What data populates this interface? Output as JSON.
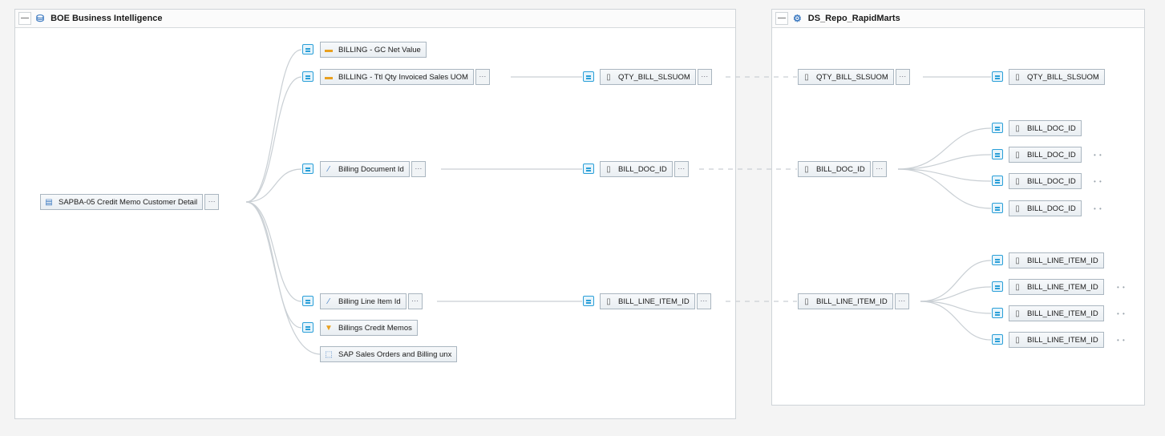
{
  "panels": {
    "left": {
      "title": "BOE Business Intelligence",
      "collapse": "—"
    },
    "right": {
      "title": "DS_Repo_RapidMarts",
      "collapse": "—"
    }
  },
  "nodes": {
    "root": "SAPBA-05 Credit Memo Customer Detail",
    "gc_net_value": "BILLING - GC Net Value",
    "ttl_qty": "BILLING - Ttl Qty Invoiced Sales UOM",
    "billing_doc_id": "Billing Document Id",
    "billing_line_item_id": "Billing Line Item Id",
    "billings_credit_memos": "Billings Credit Memos",
    "sales_orders_unx": "SAP Sales Orders and Billing unx",
    "qty_bill_mid": "QTY_BILL_SLSUOM",
    "bill_doc_mid": "BILL_DOC_ID",
    "bill_line_mid": "BILL_LINE_ITEM_ID",
    "qty_bill_right": "QTY_BILL_SLSUOM",
    "bill_doc_right": "BILL_DOC_ID",
    "bill_line_right": "BILL_LINE_ITEM_ID",
    "qty_bill_leaf": "QTY_BILL_SLSUOM",
    "bill_doc_leaves": [
      "BILL_DOC_ID",
      "BILL_DOC_ID",
      "BILL_DOC_ID",
      "BILL_DOC_ID"
    ],
    "bill_line_leaves": [
      "BILL_LINE_ITEM_ID",
      "BILL_LINE_ITEM_ID",
      "BILL_LINE_ITEM_ID",
      "BILL_LINE_ITEM_ID"
    ]
  },
  "labels": {
    "expand": "···",
    "more": "• •"
  },
  "icons": {
    "root": "report-doc-icon",
    "measure": "measure-icon",
    "dimension": "dimension-icon",
    "filter": "filter-icon",
    "universe": "universe-icon",
    "column": "column-icon",
    "link": "lineage-link-icon",
    "bi_header": "bi-platform-icon",
    "ds_header": "data-services-icon"
  },
  "colors": {
    "link_blue": "#2a9fd8",
    "measure_orange": "#e8a020",
    "edge": "#c9cfd4"
  }
}
